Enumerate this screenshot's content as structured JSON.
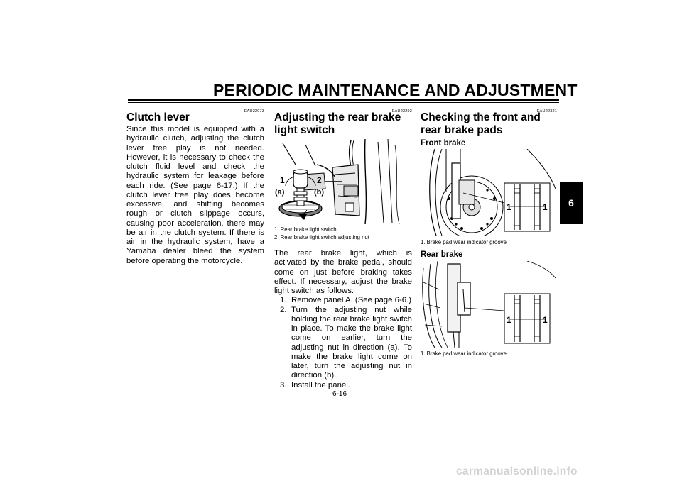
{
  "header": {
    "title": "PERIODIC MAINTENANCE AND ADJUSTMENT"
  },
  "side_tab": {
    "label": "6"
  },
  "clutch": {
    "code": "EAU22073",
    "heading": "Clutch lever",
    "body": "Since this model is equipped with a hydraulic clutch, adjusting the clutch lever free play is not needed. However, it is necessary to check the clutch fluid level and check the hydraulic system for leakage before each ride. (See page 6-17.) If the clutch lever free play does become excessive, and shifting becomes rough or clutch slippage occurs, causing poor acceleration, there may be air in the clutch system. If there is air in the hydraulic system, have a Yamaha dealer bleed the system before operating the motorcycle."
  },
  "rear_switch": {
    "code": "EAU22292",
    "heading": "Adjusting the rear brake light switch",
    "callouts": {
      "n1": "1",
      "n2": "2",
      "a": "(a)",
      "b": "(b)"
    },
    "captions": [
      "1.  Rear brake light switch",
      "2.  Rear brake light switch adjusting nut"
    ],
    "intro": "The rear brake light, which is activated by the brake pedal, should come on just before braking takes effect. If necessary, adjust the brake light switch as follows.",
    "steps": [
      {
        "num": "1.",
        "text": "Remove panel A. (See page 6-6.)"
      },
      {
        "num": "2.",
        "text": "Turn the adjusting nut while holding the rear brake light switch in place. To make the brake light come on earlier, turn the adjusting nut in direction (a). To make the brake light come on later, turn the adjusting nut in direction (b)."
      },
      {
        "num": "3.",
        "text": "Install the panel."
      }
    ]
  },
  "brake_pads": {
    "code": "EAU22321",
    "heading": "Checking the front and rear brake pads",
    "front_label": "Front brake",
    "front_caption": "1.  Brake pad wear indicator groove",
    "rear_label": "Rear brake",
    "rear_caption": "1.  Brake pad wear indicator groove",
    "callout": "1"
  },
  "page_number": "6-16",
  "watermark": "carmanualsonline.info"
}
